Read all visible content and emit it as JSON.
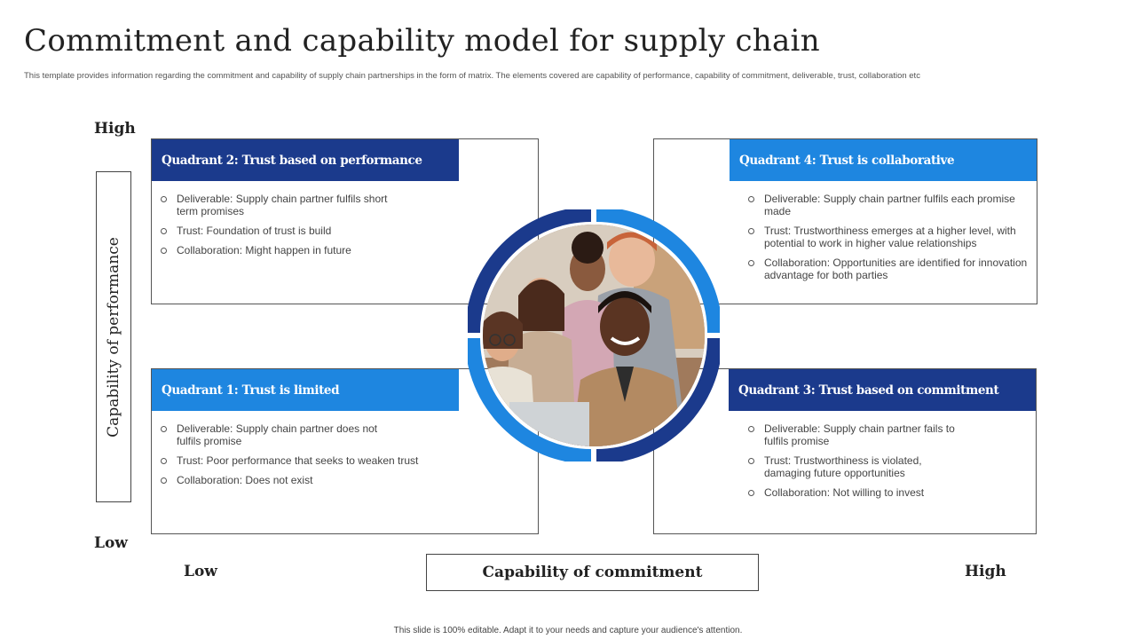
{
  "title": "Commitment and capability model for supply chain",
  "subtitle": "This template provides information regarding the commitment  and capability of supply chain partnerships in the form of matrix. The  elements covered are capability of performance, capability of commitment,  deliverable, trust, collaboration etc",
  "y_axis": {
    "label": "Capability of performance",
    "high": "High",
    "low": "Low"
  },
  "x_axis": {
    "label": "Capability of commitment",
    "low": "Low",
    "high": "High"
  },
  "quadrants": {
    "q2": {
      "title": "Quadrant 2: Trust based on performance",
      "items": [
        "Deliverable: Supply chain partner fulfils short term promises",
        "Trust: Foundation of trust is build",
        "Collaboration: Might happen in future"
      ]
    },
    "q4": {
      "title": "Quadrant 4: Trust is collaborative",
      "items": [
        "Deliverable: Supply chain partner fulfils each promise made",
        "Trust: Trustworthiness emerges at a higher level, with potential to work in higher value relationships",
        "Collaboration: Opportunities are identified for innovation advantage for both parties"
      ]
    },
    "q1": {
      "title": "Quadrant 1: Trust is limited",
      "items": [
        "Deliverable: Supply chain partner does not fulfils promise",
        "Trust: Poor performance that seeks to weaken trust",
        "Collaboration: Does not exist"
      ]
    },
    "q3": {
      "title": "Quadrant 3: Trust based on commitment",
      "items": [
        "Deliverable: Supply chain partner fails to fulfils promise",
        "Trust: Trustworthiness is violated, damaging future opportunities",
        "Collaboration: Not willing to invest"
      ]
    }
  },
  "colors": {
    "dark_blue": "#1b3a8c",
    "light_blue": "#1e86e0"
  },
  "footer": "This slide is 100% editable.  Adapt it to your needs and capture your audience's attention."
}
